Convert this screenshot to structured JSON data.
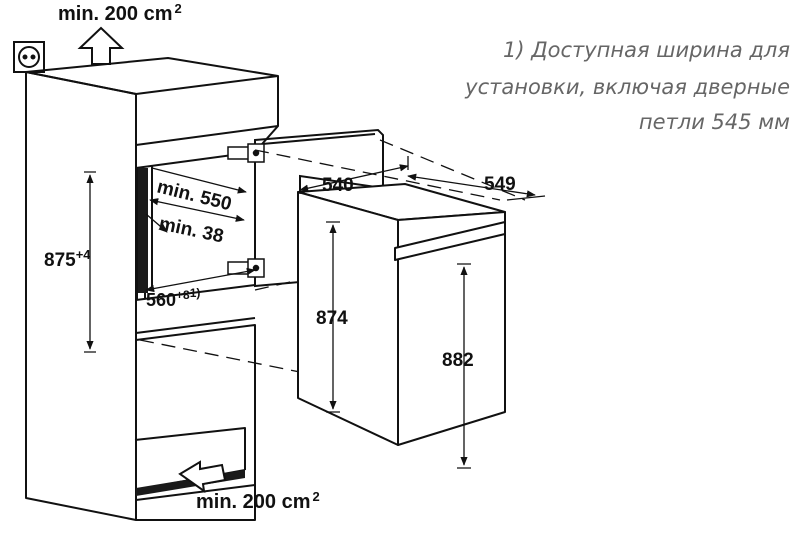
{
  "labels": {
    "top_vent": "min. 200 cm",
    "top_vent_sup": "2",
    "bottom_vent": "min. 200 cm",
    "bottom_vent_sup": "2",
    "niche_height": "875",
    "niche_height_sup": "+4",
    "min_depth": "min. 550",
    "min_gap": "min. 38",
    "niche_width": "560",
    "niche_width_sup": "+8",
    "niche_width_note": "1)",
    "fridge_depth": "540",
    "fridge_width": "549",
    "fridge_height": "874",
    "door_height": "882"
  },
  "note": {
    "line1": "1) Доступная ширина для",
    "line2": "установки, включая дверные",
    "line3": "петли 545 мм"
  },
  "icons": [
    "power-socket-icon",
    "airflow-arrow-icon"
  ],
  "colors": {
    "line": "#111111",
    "note_text": "#666666",
    "background": "#ffffff"
  }
}
